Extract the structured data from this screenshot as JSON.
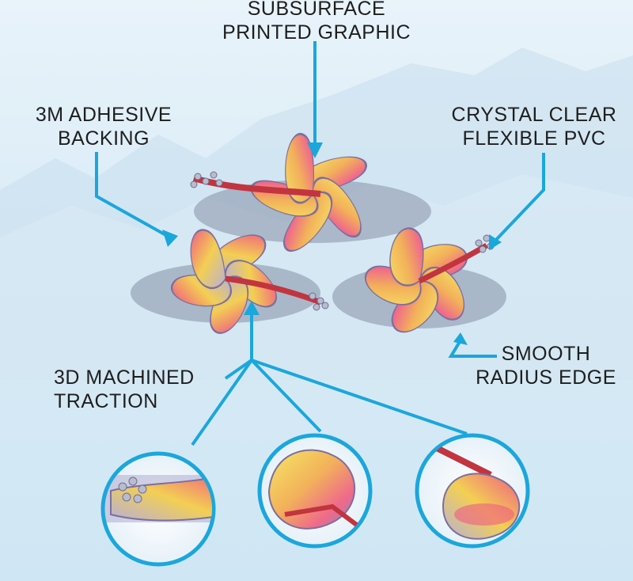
{
  "labels": {
    "subsurface": {
      "line1": "SUBSURFACE",
      "line2": "PRINTED GRAPHIC"
    },
    "adhesive": {
      "line1": "3M ADHESIVE",
      "line2": "BACKING"
    },
    "crystal": {
      "line1": "CRYSTAL CLEAR",
      "line2": "FLEXIBLE PVC"
    },
    "smooth": {
      "line1": "SMOOTH",
      "line2": "RADIUS EDGE"
    },
    "traction": {
      "line1": "3D MACHINED",
      "line2": "TRACTION"
    }
  },
  "colors": {
    "arrow": "#1aa7dc",
    "text": "#1e1e1e",
    "background": "#dcecf7",
    "petal_yellow": "#f4e04a",
    "petal_pink": "#ef5c83",
    "petal_purple": "#8d84b8",
    "stem": "#c2343f",
    "base": "#5a5f7a"
  },
  "icons": [
    "hibiscus-flower-icon",
    "detail-zoom-circle-icon",
    "callout-arrow-icon"
  ]
}
